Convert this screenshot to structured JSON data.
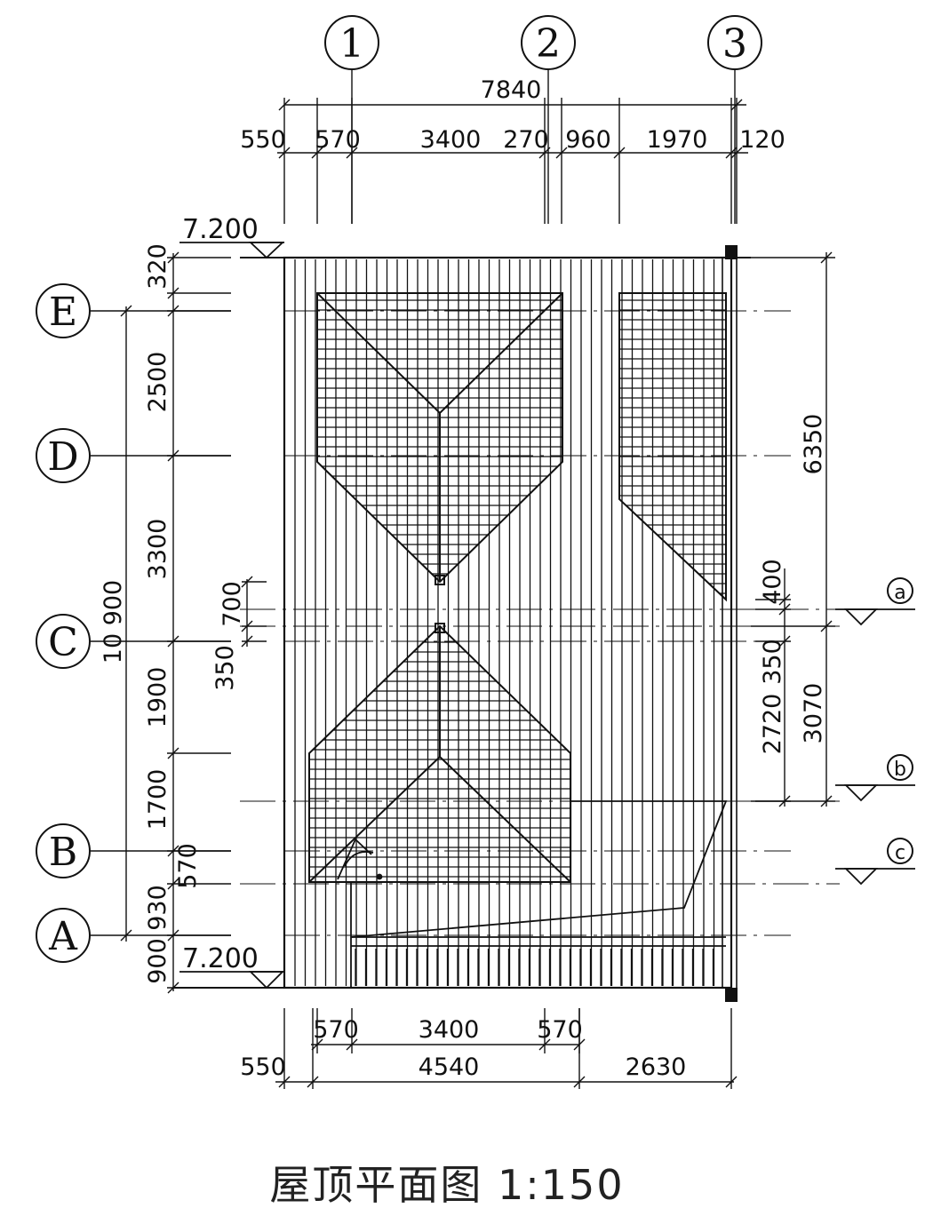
{
  "title": "屋顶平面图 1:150",
  "axes_top": [
    "1",
    "2",
    "3"
  ],
  "axes_left": [
    "E",
    "D",
    "C",
    "B",
    "A"
  ],
  "axes_right": [
    "a",
    "b",
    "c"
  ],
  "levels": {
    "top": "7.200",
    "bottom": "7.200"
  },
  "dims_top": {
    "total": "7840",
    "segments": [
      "550",
      "570",
      "3400",
      "270",
      "960",
      "1970",
      "120"
    ]
  },
  "dims_bottom": {
    "row1": [
      "570",
      "3400",
      "570"
    ],
    "row2": [
      "550",
      "4540",
      "2630"
    ]
  },
  "dims_left": {
    "total": "10 900",
    "segments": [
      "320",
      "2500",
      "3300",
      "1900",
      "1700",
      "570",
      "930",
      "900"
    ],
    "small": [
      "700",
      "350"
    ]
  },
  "dims_right": {
    "outer": [
      "6350",
      "3070"
    ],
    "inner": [
      "400",
      "350",
      "2720"
    ]
  },
  "colors": {
    "ink": "#111111",
    "background": "#ffffff"
  }
}
